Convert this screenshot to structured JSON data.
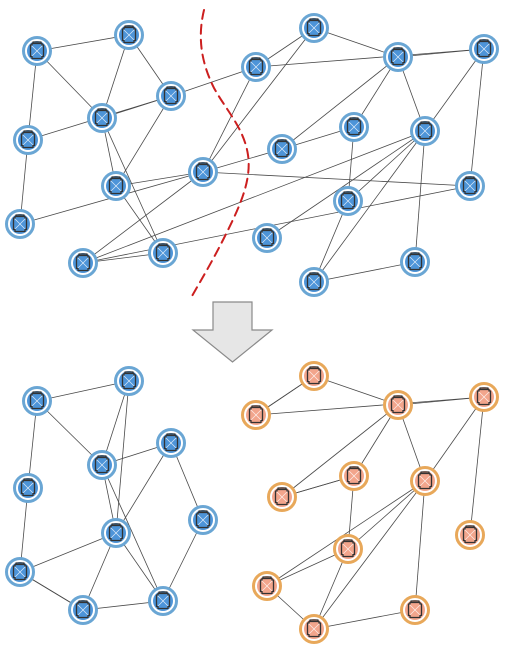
{
  "colors": {
    "blue_ring": "#6aa6d4",
    "blue_fill": "#4d94d8",
    "orange_ring": "#e8a85a",
    "orange_fill": "#f2a58c",
    "cut_line": "#cc1f1f",
    "arrow_fill": "#e6e6e6",
    "arrow_stroke": "#8a8a8a",
    "edge": "#4a4a4a"
  },
  "icons": {
    "node": "network-device-icon",
    "arrow": "arrow-down-icon",
    "cut": "partition-cut-line"
  },
  "nodes": [
    {
      "id": "A",
      "group": "left"
    },
    {
      "id": "B",
      "group": "left"
    },
    {
      "id": "C",
      "group": "left"
    },
    {
      "id": "D",
      "group": "left"
    },
    {
      "id": "E",
      "group": "left"
    },
    {
      "id": "F",
      "group": "left"
    },
    {
      "id": "G",
      "group": "left"
    },
    {
      "id": "H",
      "group": "left"
    },
    {
      "id": "I",
      "group": "left"
    },
    {
      "id": "J",
      "group": "left"
    },
    {
      "id": "K",
      "group": "right"
    },
    {
      "id": "L",
      "group": "right"
    },
    {
      "id": "M",
      "group": "right"
    },
    {
      "id": "N",
      "group": "right"
    },
    {
      "id": "O",
      "group": "right"
    },
    {
      "id": "P",
      "group": "right"
    },
    {
      "id": "Q",
      "group": "right"
    },
    {
      "id": "R",
      "group": "right"
    },
    {
      "id": "S",
      "group": "right"
    },
    {
      "id": "T",
      "group": "right"
    },
    {
      "id": "U",
      "group": "right"
    },
    {
      "id": "V",
      "group": "right"
    }
  ],
  "edges": [
    [
      "A",
      "B"
    ],
    [
      "A",
      "D"
    ],
    [
      "A",
      "C"
    ],
    [
      "B",
      "D"
    ],
    [
      "B",
      "E"
    ],
    [
      "C",
      "E"
    ],
    [
      "C",
      "F"
    ],
    [
      "D",
      "E"
    ],
    [
      "D",
      "G"
    ],
    [
      "D",
      "H"
    ],
    [
      "E",
      "G"
    ],
    [
      "G",
      "H"
    ],
    [
      "G",
      "I"
    ],
    [
      "H",
      "J"
    ],
    [
      "F",
      "I"
    ],
    [
      "I",
      "J"
    ],
    [
      "L",
      "N"
    ],
    [
      "L",
      "K"
    ],
    [
      "K",
      "O"
    ],
    [
      "M",
      "P"
    ],
    [
      "M",
      "N"
    ],
    [
      "N",
      "O"
    ],
    [
      "N",
      "P"
    ],
    [
      "N",
      "Q"
    ],
    [
      "O",
      "Q"
    ],
    [
      "O",
      "S"
    ],
    [
      "P",
      "R"
    ],
    [
      "Q",
      "R"
    ],
    [
      "Q",
      "T"
    ],
    [
      "Q",
      "U"
    ],
    [
      "R",
      "U"
    ],
    [
      "Q",
      "V"
    ],
    [
      "V",
      "U"
    ]
  ],
  "cross_edges": [
    [
      "E",
      "K"
    ],
    [
      "I",
      "K"
    ],
    [
      "I",
      "M"
    ],
    [
      "J",
      "S"
    ],
    [
      "I",
      "S"
    ],
    [
      "J",
      "Q"
    ],
    [
      "I",
      "L"
    ]
  ]
}
